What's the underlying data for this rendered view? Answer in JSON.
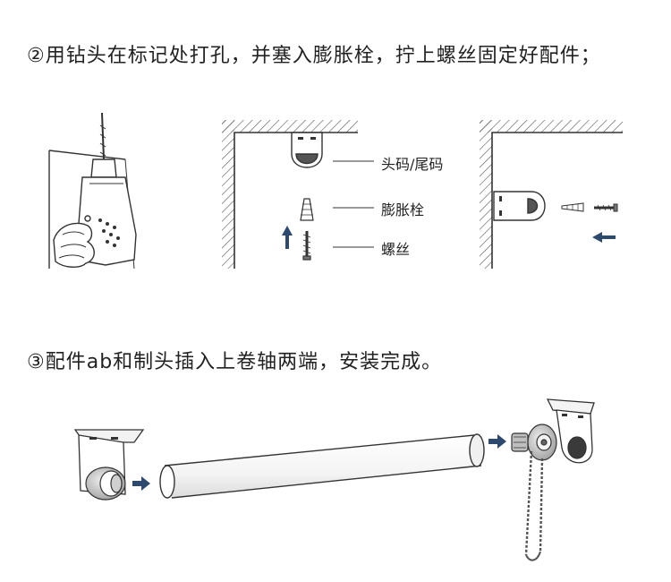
{
  "step2": {
    "title": "②用钻头在标记处打孔，并塞入膨胀栓，拧上螺丝固定好配件；",
    "labels": {
      "bracket": "头码/尾码",
      "anchor": "膨胀栓",
      "screw": "螺丝"
    }
  },
  "step3": {
    "title": "③配件ab和制头插入上卷轴两端，安装完成。"
  },
  "colors": {
    "line": "#333333",
    "arrow": "#2d4a6e",
    "hatch": "#555555"
  }
}
